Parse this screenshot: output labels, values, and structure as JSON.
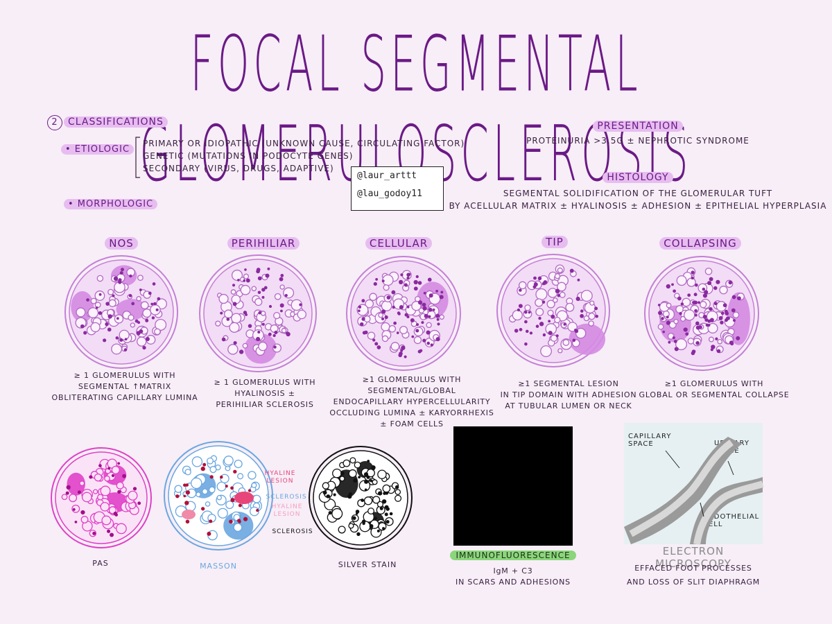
{
  "title": "FOCAL SEGMENTAL GLOMERULOSCLEROSIS",
  "classifications": {
    "number": "2",
    "heading": "CLASSIFICATIONS",
    "etiologic_label": "• ETIOLOGIC",
    "etiologic_items": [
      "PRIMARY OR IDIOPATHIC (UNKNOWN CAUSE, CIRCULATING FACTOR)",
      "GENETIC (MUTATIONS IN PODOCYTE GENES)",
      "SECONDARY (VIRUS, DRUGS, ADAPTIVE)"
    ],
    "morphologic_label": "• MORPHOLOGIC"
  },
  "handles": [
    "@laur_arttt",
    "@lau_godoy11"
  ],
  "presentation": {
    "heading": "PRESENTATION",
    "text": "PROTEINURIA >3.5g ± NEPHROTIC SYNDROME"
  },
  "histology": {
    "heading": "HISTOLOGY",
    "line1": "SEGMENTAL SOLIDIFICATION OF THE GLOMERULAR TUFT",
    "line2": "BY ACELLULAR MATRIX ± HYALINOSIS ± ADHESION ± EPITHELIAL HYPERPLASIA"
  },
  "subtypes": [
    {
      "name": "NOS",
      "desc": [
        "≥ 1 GLOMERULUS WITH",
        "SEGMENTAL ↑MATRIX",
        "OBLITERATING CAPILLARY LUMINA"
      ]
    },
    {
      "name": "PERIHILIAR",
      "desc": [
        "≥ 1 GLOMERULUS WITH",
        "HYALINOSIS ±",
        "PERIHILIAR SCLEROSIS"
      ]
    },
    {
      "name": "CELLULAR",
      "desc": [
        "≥1 GLOMERULUS WITH SEGMENTAL/GLOBAL",
        "ENDOCAPILLARY HYPERCELLULARITY",
        "OCCLUDING LUMINA ± KARYORRHEXIS",
        "± FOAM CELLS"
      ]
    },
    {
      "name": "TIP",
      "desc": [
        "≥1 SEGMENTAL LESION",
        "IN TIP DOMAIN WITH ADHESION",
        "AT TUBULAR LUMEN OR NECK"
      ]
    },
    {
      "name": "COLLAPSING",
      "desc": [
        "≥1 GLOMERULUS WITH",
        "GLOBAL OR SEGMENTAL COLLAPSE"
      ]
    }
  ],
  "stains": {
    "pas": "PAS",
    "masson": "MASSON",
    "masson_labels": {
      "hyaline1": "HYALINE",
      "lesion1": "LESION",
      "sclerosis": "SCLEROSIS",
      "hyaline2": "HYALINE",
      "lesion2": "LESION"
    },
    "silver": "SILVER STAIN",
    "silver_label": "SCLEROSIS"
  },
  "immuno": {
    "heading": "IMMUNOFLUORESCENCE",
    "line1": "IgM + C3",
    "line2": "IN SCARS AND ADHESIONS"
  },
  "em": {
    "heading": "ELECTRON MICROSCOPY",
    "line1": "EFFACED FOOT PROCESSES",
    "line2": "AND LOSS OF SLIT DIAPHRAGM",
    "capillary1": "CAPILLARY",
    "capillary2": "SPACE",
    "urinary1": "URINARY",
    "urinary2": "SPACE",
    "endo1": "ENDOTHELIAL",
    "endo2": "CELL"
  },
  "colors": {
    "title": "#6b1a86",
    "highlight": "#e7bdf0",
    "pas": "#e040c8",
    "masson_blue": "#6aa6e0",
    "masson_red": "#e8467a",
    "if_green": "#3df26a"
  }
}
